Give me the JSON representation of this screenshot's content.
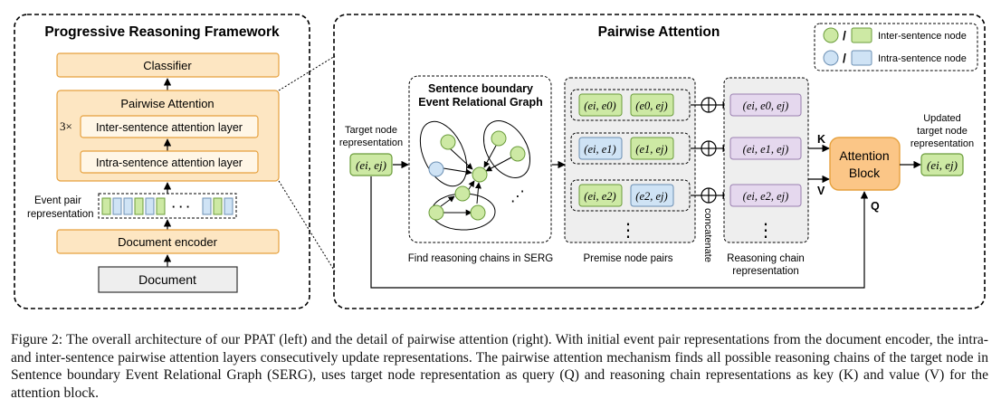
{
  "left_panel": {
    "title": "Progressive Reasoning Framework",
    "classifier": "Classifier",
    "pairwise_attention": "Pairwise Attention",
    "repeat": "3×",
    "inter_layer": "Inter-sentence attention layer",
    "intra_layer": "Intra-sentence attention layer",
    "event_pair_label_1": "Event pair",
    "event_pair_label_2": "representation",
    "dots": "· · ·",
    "doc_encoder": "Document encoder",
    "document": "Document"
  },
  "right_panel": {
    "title": "Pairwise Attention",
    "legend": {
      "slash": "/",
      "inter": "Inter-sentence node",
      "intra": "Intra-sentence node"
    },
    "target_label_1": "Target node",
    "target_label_2": "representation",
    "target_node": "(ei, ej)",
    "serg_title_1": "Sentence boundary",
    "serg_title_2": "Event Relational Graph",
    "serg_caption": "Find reasoning chains in SERG",
    "serg_ellipsis": "⋰",
    "premise_pairs": [
      [
        "(ei, e0)",
        "(e0, ej)"
      ],
      [
        "(ei, e1)",
        "(e1, ej)"
      ],
      [
        "(ei, e2)",
        "(e2, ej)"
      ]
    ],
    "premise_caption": "Premise node pairs",
    "vdots": "⋮",
    "concatenate": "concatenate",
    "chains": [
      "(ei, e0, ej)",
      "(ei, e1, ej)",
      "(ei, e2, ej)"
    ],
    "chain_caption_1": "Reasoning chain",
    "chain_caption_2": "representation",
    "k_label": "K",
    "v_label": "V",
    "q_label": "Q",
    "attention_1": "Attention",
    "attention_2": "Block",
    "updated_1": "Updated",
    "updated_2": "target node",
    "updated_3": "representation",
    "updated_node": "(ei, ej)"
  },
  "colors": {
    "orange_fill": "#fde6c2",
    "orange_stroke": "#e6a13e",
    "green_fill": "#cde9a4",
    "green_stroke": "#6a9c3a",
    "blue_fill": "#cfe3f5",
    "blue_stroke": "#6b8fb3",
    "purple_fill": "#e5d8ee",
    "purple_stroke": "#9a7fb0",
    "gray_fill": "#eeeeee"
  },
  "caption": "Figure 2: The overall architecture of our PPAT (left) and the detail of pairwise attention (right). With initial event pair representations from the document encoder, the intra- and inter-sentence pairwise attention layers consecutively update representations. The pairwise attention mechanism finds all possible reasoning chains of the target node in Sentence boundary Event Relational Graph (SERG), uses target node representation as query (Q) and reasoning chain representations as key (K) and value (V) for the attention block."
}
